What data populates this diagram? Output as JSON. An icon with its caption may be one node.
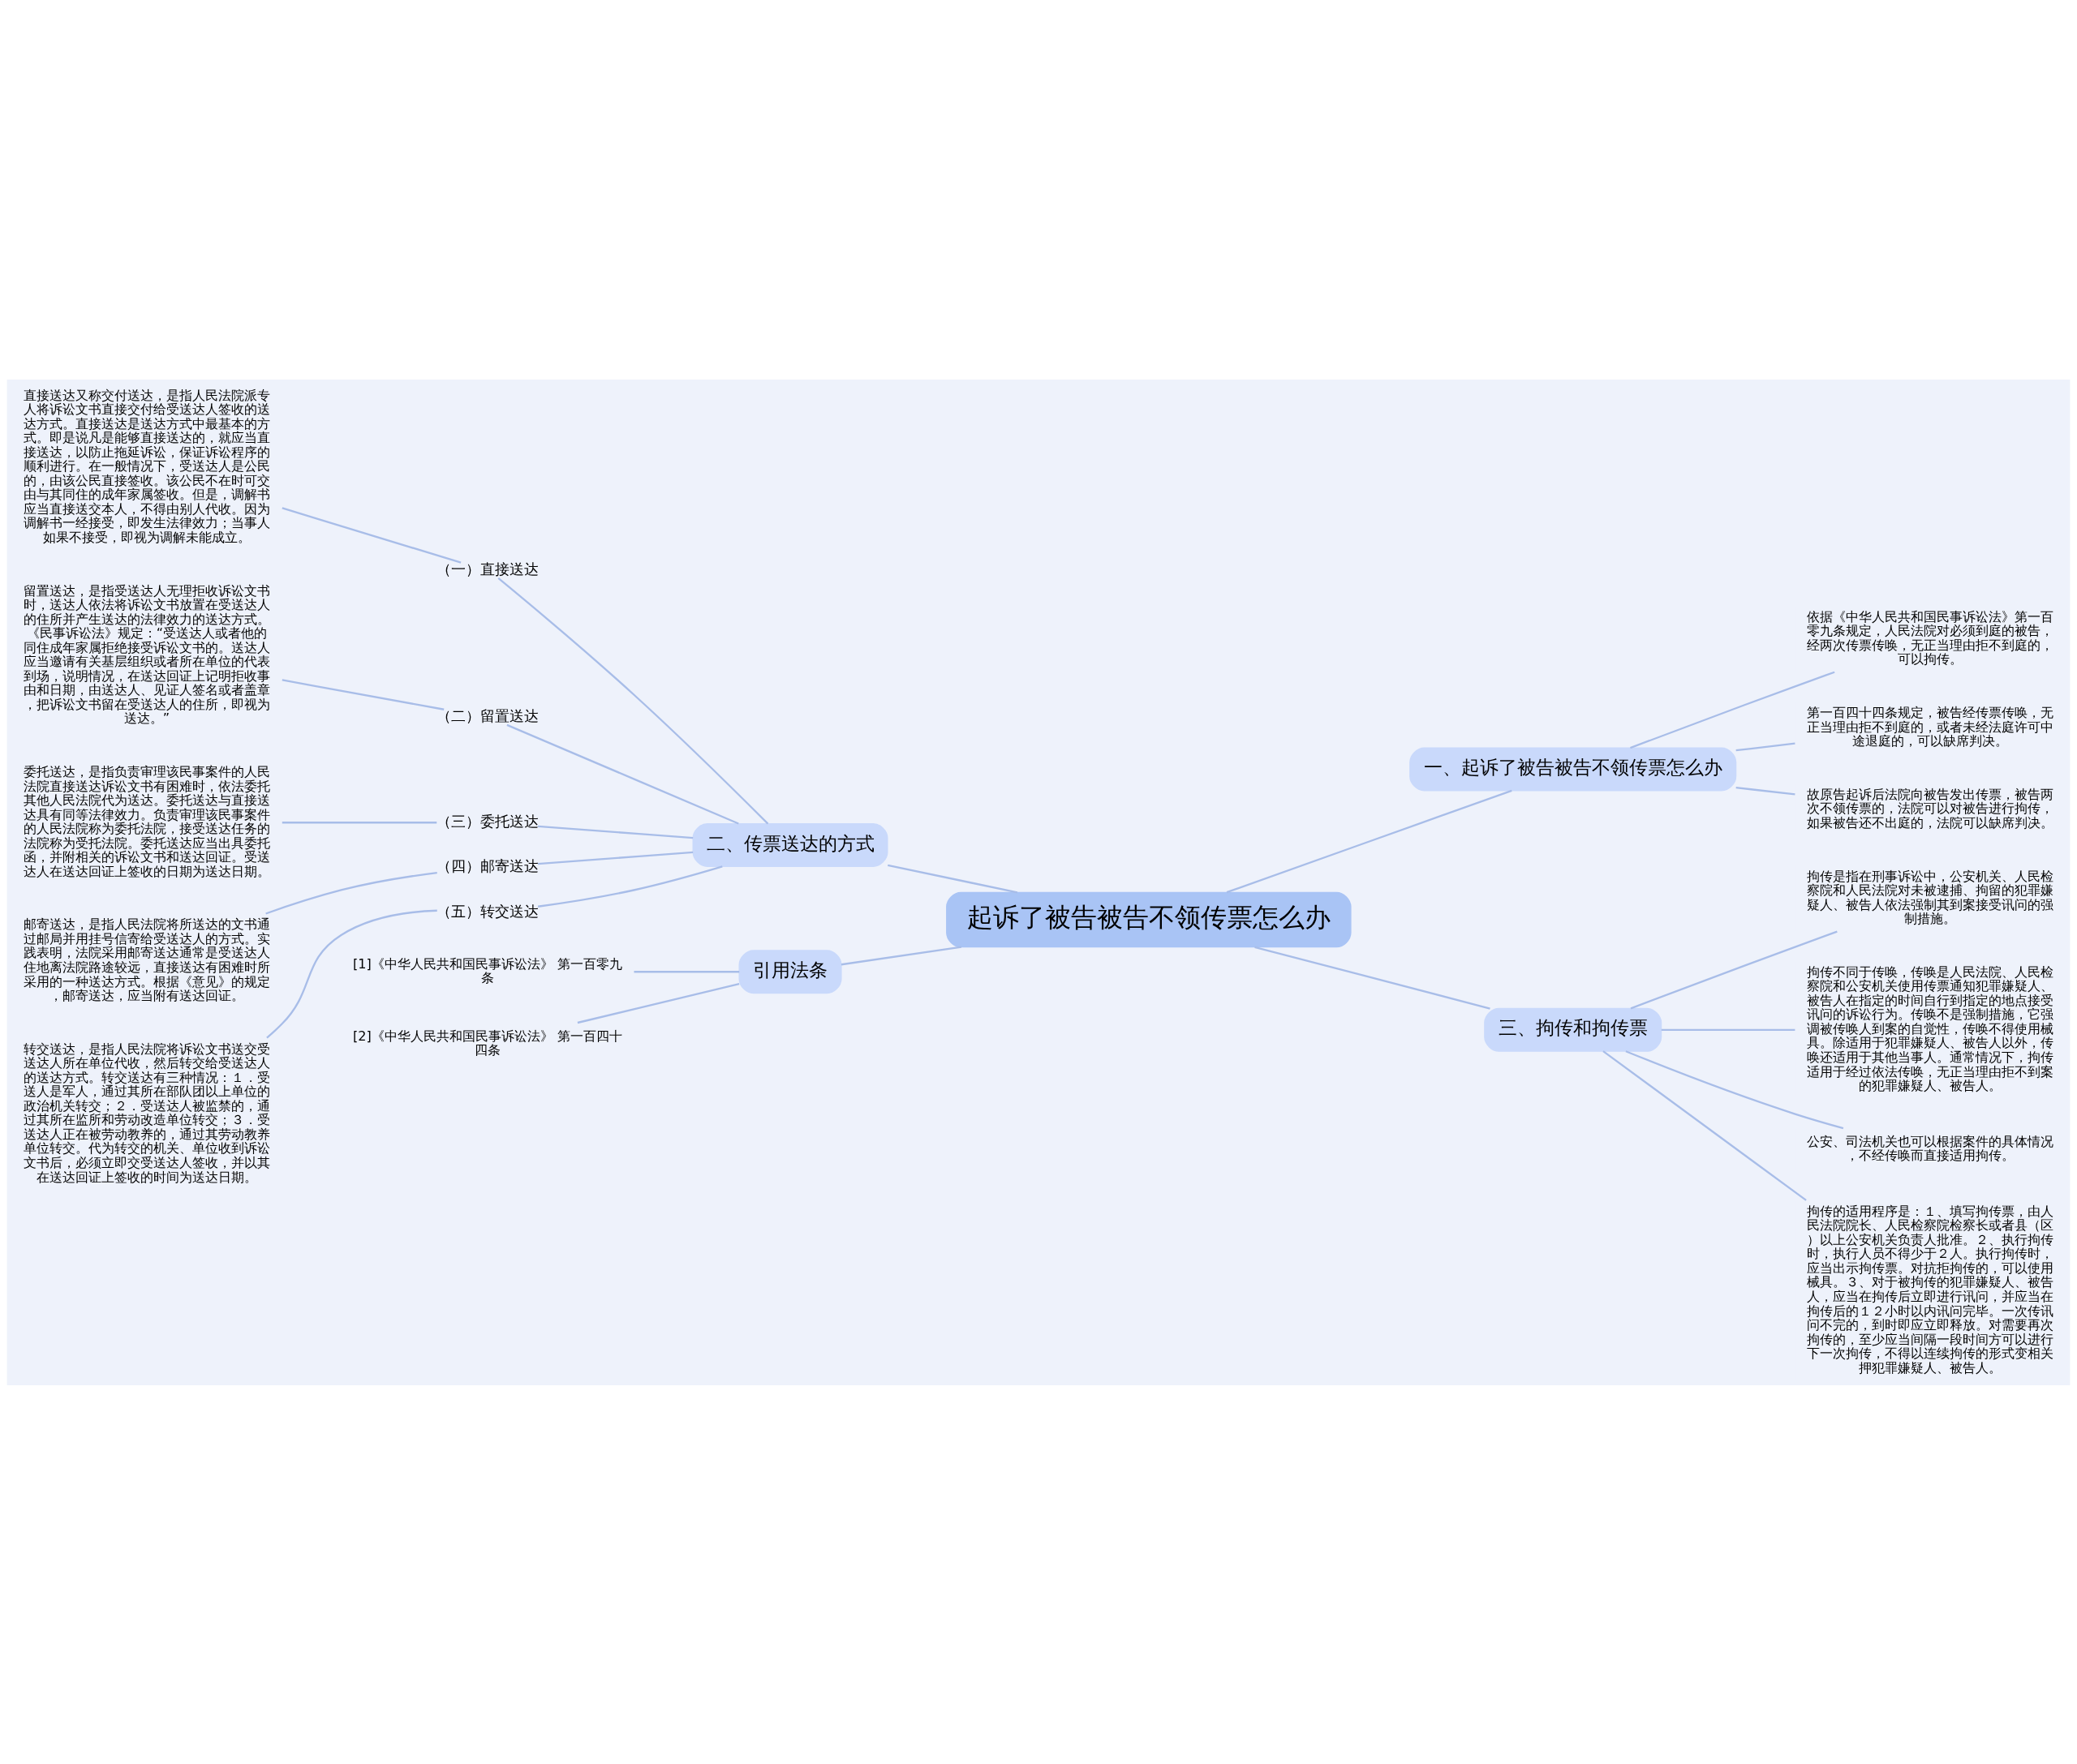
{
  "diagram": {
    "nodes": [
      {
        "text": [
          "起诉了被告被告不领传票怎么办"
        ]
      },
      {
        "text": [
          "二、传票送达的方式"
        ]
      },
      {
        "text": [
          "（一）直接送达"
        ]
      },
      {
        "text": [
          "直接送达又称交付送达，是指人民法院派专人将诉讼文书直接交付给受送达人签收的送达方式。直接送达是送达方式中最基本的方式。即是说凡是能够直接送达的，就应当直接送达，以防止拖延诉讼，保证诉讼程序的顺利进行。在一般情况下，受送达人是公民的，由该公民直接签收。该公民不在时可交由与其同住的成年家属签收。但是，调解书应当直接送交本人，不得由别人代收。因为调解书一经接受，即发生法律效力；当事人如果不接受，即视为调解未能成立。"
        ]
      },
      {
        "text": [
          "（二）留置送达"
        ]
      },
      {
        "text": [
          "留置送达，是指受送达人无理拒收诉讼文书时，送达人依法将诉讼文书放置在受送达人的住所并产生送达的法律效力的送达方式。《民事诉讼法》规定：“受送达人或者他的同住成年家属拒绝接受诉讼文书的。送达人应当邀请有关基层组织或者所在单位的代表到场，说明情况，在送达回证上记明拒收事由和日期，由送达人、见证人签名或者盖章，把诉讼文书留在受送达人的住所，即视为送达。”"
        ]
      },
      {
        "text": [
          "（三）委托送达"
        ]
      },
      {
        "text": [
          "委托送达，是指负责审理该民事案件的人民法院直接送达诉讼文书有困难时，依法委托其他人民法院代为送达。委托送达与直接送达具有同等法律效力。负责审理该民事案件的人民法院称为委托法院，接受送达任务的法院称为受托法院。委托送达应当出具委托函，并附相关的诉讼文书和送达回证。受送达人在送达回证上签收的日期为送达日期。"
        ]
      },
      {
        "text": [
          "（四）邮寄送达"
        ]
      },
      {
        "text": [
          "邮寄送达，是指人民法院将所送达的文书通过邮局并用挂号信寄给受送达人的方式。实践表明，法院采用邮寄送达通常是受送达人住地离法院路途较远，直接送达有困难时所采用的一种送达方式。根据《意见》的规定，邮寄送达，应当附有送达回证。"
        ]
      },
      {
        "text": [
          "（五）转交送达"
        ]
      },
      {
        "text": [
          "转交送达，是指人民法院将诉讼文书送交受送达人所在单位代收，然后转交给受送达人的送达方式。转交送达有三种情况：１．受送人是军人，通过其所在部队团以上单位的政治机关转交；２．受送达人被监禁的，通过其所在监所和劳动改造单位转交；３．受送达人正在被劳动教养的，通过其劳动教养单位转交。代为转交的机关、单位收到诉讼文书后，必须立即交受送达人签收，并以其在送达回证上签收的时间为送达日期。"
        ]
      },
      {
        "text": [
          "引用法条"
        ]
      },
      {
        "text": [
          "[1]《中华人民共和国民事诉讼法》 第一百零九条"
        ]
      },
      {
        "text": [
          "[2]《中华人民共和国民事诉讼法》 第一百四十四条"
        ]
      },
      {
        "text": [
          "一、起诉了被告被告不领传票怎么办"
        ]
      },
      {
        "text": [
          "依据《中华人民共和国民事诉讼法》第一百零九条规定，人民法院对必须到庭的被告，经两次传票传唤，无正当理由拒不到庭的，可以拘传。"
        ]
      },
      {
        "text": [
          "第一百四十四条规定，被告经传票传唤，无正当理由拒不到庭的，或者未经法庭许可中途退庭的，可以缺席判决。"
        ]
      },
      {
        "text": [
          "故原告起诉后法院向被告发出传票，被告两次不领传票的，法院可以对被告进行拘传，如果被告还不出庭的，法院可以缺席判决。"
        ]
      },
      {
        "text": [
          "三、拘传和拘传票"
        ]
      },
      {
        "text": [
          "拘传是指在刑事诉讼中，公安机关、人民检察院和人民法院对未被逮捕、拘留的犯罪嫌疑人、被告人依法强制其到案接受讯问的强制措施。"
        ]
      },
      {
        "text": [
          "拘传不同于传唤，传唤是人民法院、人民检察院和公安机关使用传票通知犯罪嫌疑人、被告人在指定的时间自行到指定的地点接受讯问的诉讼行为。传唤不是强制措施，它强调被传唤人到案的自觉性，传唤不得使用械具。除适用于犯罪嫌疑人、被告人以外，传唤还适用于其他当事人。通常情况下，拘传适用于经过依法传唤，无正当理由拒不到案的犯罪嫌疑人、被告人。"
        ]
      },
      {
        "text": [
          "公安、司法机关也可以根据案件的具体情况，不经传唤而直接适用拘传。"
        ]
      },
      {
        "text": [
          "拘传的适用程序是：１、填写拘传票，由人民法院院长、人民检察院检察长或者县（区）以上公安机关负责人批准。２、执行拘传时，执行人员不得少于２人。执行拘传时，应当出示拘传票。对抗拒拘传的，可以使用械具。３、对于被拘传的犯罪嫌疑人、被告人，应当在拘传后立即进行讯问，并应当在拘传后的１２小时以内讯问完毕。一次传讯问不完的，到时即应立即释放。对需要再次拘传的，至少应当间隔一段时间方可以进行下一次拘传，不得以连续拘传的形式变相关押犯罪嫌疑人、被告人。"
        ]
      }
    ],
    "edges": [
      {
        "from": 0,
        "to": 1,
        "arrow": "none"
      },
      {
        "from": 1,
        "to": 2,
        "arrow": "none"
      },
      {
        "from": 2,
        "to": 3,
        "arrow": "none"
      },
      {
        "from": 1,
        "to": 4,
        "arrow": "none"
      },
      {
        "from": 4,
        "to": 5,
        "arrow": "none"
      },
      {
        "from": 1,
        "to": 6,
        "arrow": "none"
      },
      {
        "from": 6,
        "to": 7,
        "arrow": "none"
      },
      {
        "from": 1,
        "to": 8,
        "arrow": "none"
      },
      {
        "from": 8,
        "to": 9,
        "arrow": "none"
      },
      {
        "from": 1,
        "to": 10,
        "arrow": "none"
      },
      {
        "from": 10,
        "to": 11,
        "arrow": "none"
      },
      {
        "from": 0,
        "to": 12,
        "arrow": "none"
      },
      {
        "from": 12,
        "to": 13,
        "arrow": "none"
      },
      {
        "from": 12,
        "to": 14,
        "arrow": "none"
      },
      {
        "from": 0,
        "to": 15,
        "arrow": "none"
      },
      {
        "from": 15,
        "to": 16,
        "arrow": "none"
      },
      {
        "from": 15,
        "to": 17,
        "arrow": "none"
      },
      {
        "from": 15,
        "to": 18,
        "arrow": "none"
      },
      {
        "from": 0,
        "to": 19,
        "arrow": "none"
      },
      {
        "from": 19,
        "to": 20,
        "arrow": "none"
      },
      {
        "from": 19,
        "to": 21,
        "arrow": "none"
      },
      {
        "from": 19,
        "to": 22,
        "arrow": "none"
      },
      {
        "from": 19,
        "to": 23,
        "arrow": "none"
      }
    ]
  }
}
